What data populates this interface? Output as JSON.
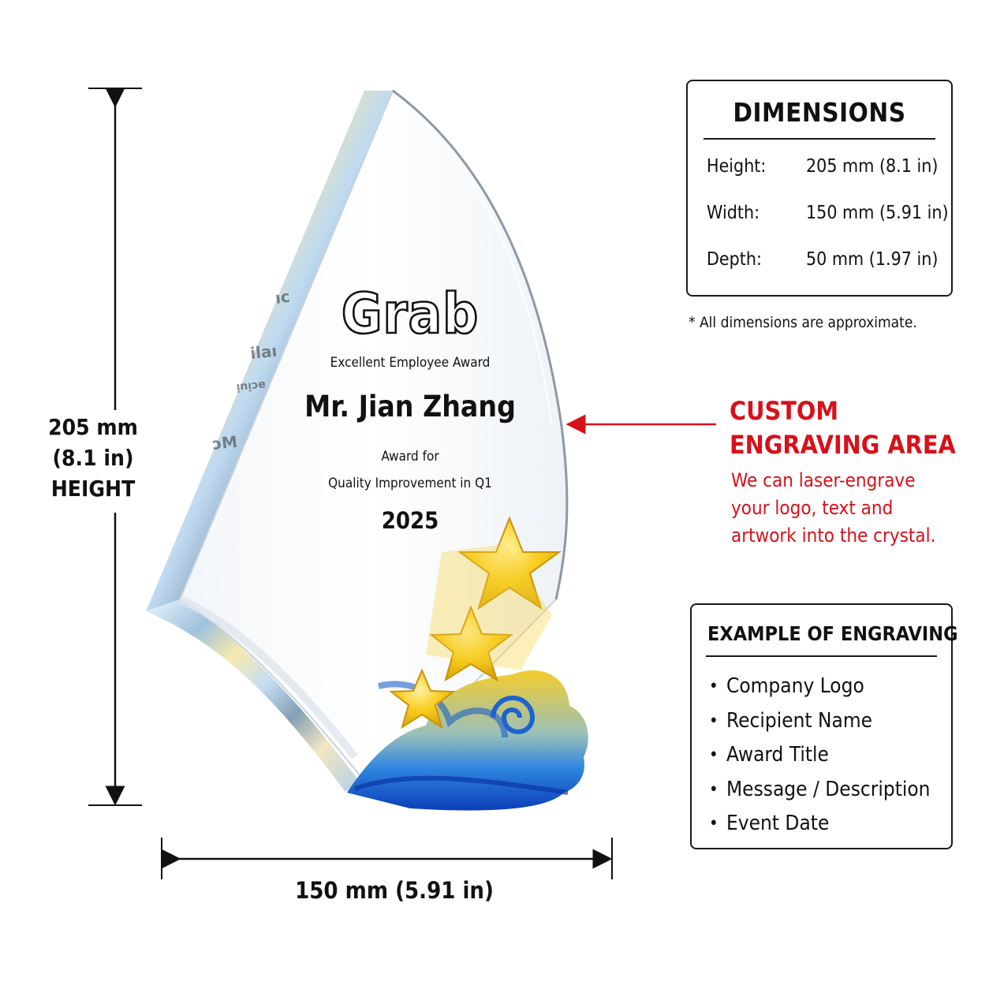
{
  "dimension_height": {
    "value": "205 mm",
    "imperial": "(8.1 in)",
    "word": "HEIGHT"
  },
  "dimension_width": {
    "label": "150 mm (5.91 in)"
  },
  "engraving": {
    "logo": "Grab",
    "award_name": "Excellent Employee Award",
    "recipient": "Mr. Jian Zhang",
    "award_for": "Award for",
    "reason": "Quality Improvement in Q1",
    "year": "2025"
  },
  "dimensions_panel": {
    "title": "DIMENSIONS",
    "rows": [
      {
        "label": "Height:",
        "value": "205 mm (8.1 in)"
      },
      {
        "label": "Width:",
        "value": "150 mm (5.91 in)"
      },
      {
        "label": "Depth:",
        "value": "50 mm (1.97 in)"
      }
    ],
    "note": "* All dimensions are approximate."
  },
  "callout": {
    "title_line1": "CUSTOM",
    "title_line2": "ENGRAVING AREA",
    "body": [
      "We can laser-engrave",
      "your logo, text and",
      "artwork into the crystal."
    ]
  },
  "example_panel": {
    "title": "EXAMPLE OF ENGRAVING",
    "items": [
      "Company Logo",
      "Recipient Name",
      "Award Title",
      "Message / Description",
      "Event Date"
    ]
  },
  "colors": {
    "accent_red": "#d8101a",
    "crystal_blue": "#1d6fd6",
    "star_yellow": "#f7c61a",
    "text": "#111111"
  }
}
